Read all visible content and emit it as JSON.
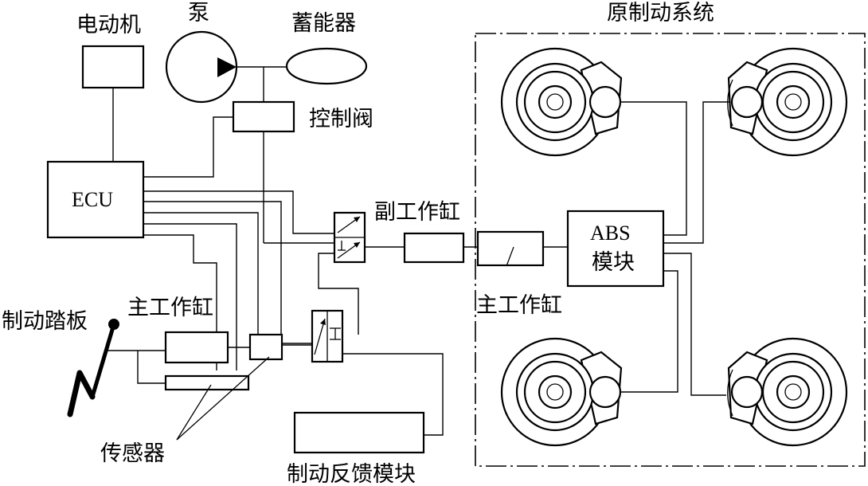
{
  "labels": {
    "motor": "电动机",
    "pump": "泵",
    "accumulator": "蓄能器",
    "original_system": "原制动系统",
    "control_valve": "控制阀",
    "ecu": "ECU",
    "aux_cylinder": "副工作缸",
    "abs_line1": "ABS",
    "abs_line2": "模块",
    "master_cylinder_right": "主工作缸",
    "brake_pedal": "制动踏板",
    "master_cylinder_left": "主工作缸",
    "sensor": "传感器",
    "feedback_module": "制动反馈模块"
  },
  "colors": {
    "stroke": "#000000",
    "background": "#ffffff"
  }
}
